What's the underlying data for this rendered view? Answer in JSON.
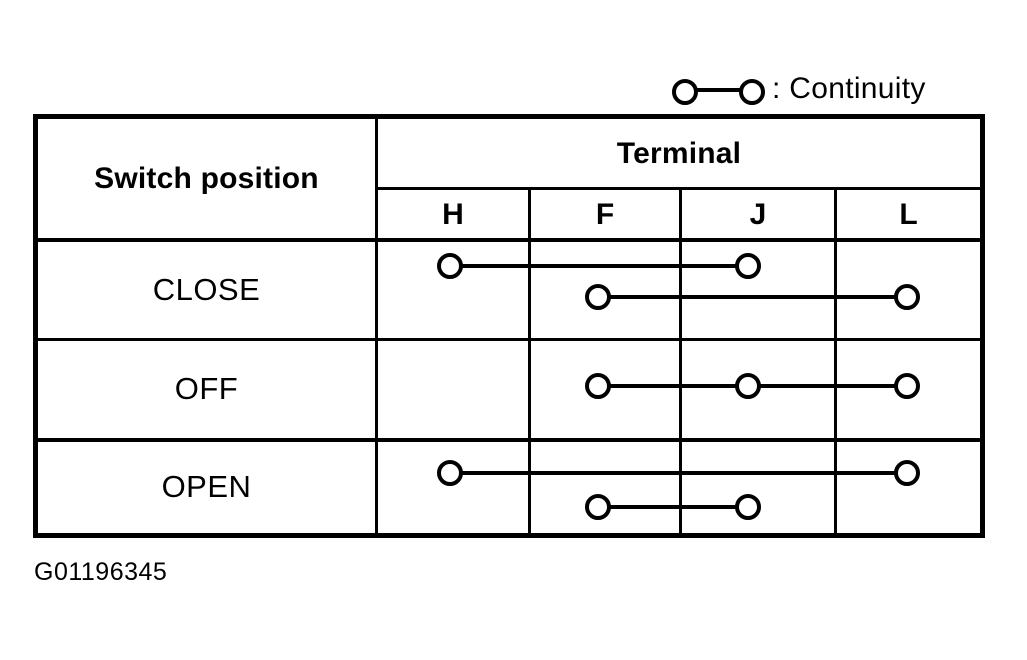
{
  "legend": {
    "symbol_name": "continuity-symbol",
    "label": ": Continuity"
  },
  "table": {
    "row_header_title": "Switch position",
    "group_header": "Terminal",
    "terminals": [
      "H",
      "F",
      "J",
      "L"
    ],
    "rows": [
      {
        "label": "CLOSE",
        "connections": [
          {
            "from": "H",
            "to": "J",
            "track": "upper"
          },
          {
            "from": "F",
            "to": "L",
            "track": "lower"
          }
        ]
      },
      {
        "label": "OFF",
        "connections": [
          {
            "from": "F",
            "to": "L",
            "track": "middle"
          }
        ]
      },
      {
        "label": "OPEN",
        "connections": [
          {
            "from": "H",
            "to": "L",
            "track": "upper"
          },
          {
            "from": "F",
            "to": "J",
            "track": "lower"
          }
        ]
      }
    ]
  },
  "caption": "G01196345",
  "colors": {
    "ink": "#000000",
    "paper": "#ffffff"
  }
}
